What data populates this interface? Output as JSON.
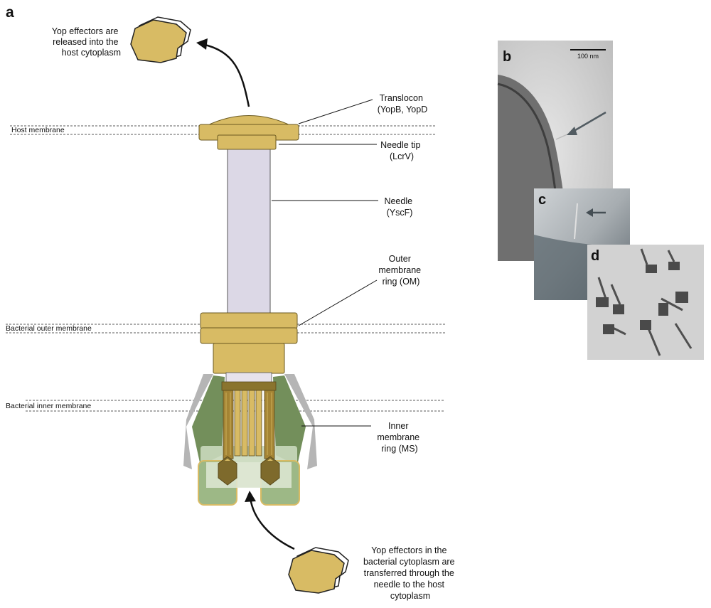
{
  "panels": {
    "a": "a",
    "b": "b",
    "c": "c",
    "d": "d"
  },
  "scale_bar": "100 nm",
  "membranes": {
    "host": "Host membrane",
    "outer": "Bacterial outer membrane",
    "inner": "Bacterial inner membrane"
  },
  "labels": {
    "top_effectors": [
      "Yop effectors are",
      "released into the",
      "host cytoplasm"
    ],
    "translocon": [
      "Translocon",
      "(YopB, YopD"
    ],
    "needle_tip": [
      "Needle tip",
      "(LcrV)"
    ],
    "needle": [
      "Needle",
      "(YscF)"
    ],
    "om_ring": [
      "Outer",
      "membrane",
      "ring (OM)"
    ],
    "ms_ring": [
      "Inner",
      "membrane",
      "ring (MS)"
    ],
    "bottom_effectors": [
      "Yop effectors in the",
      "bacterial cytoplasm are",
      "transferred through the",
      "needle to the host",
      "cytoplasm"
    ]
  },
  "colors": {
    "gold": "#d8bb64",
    "gold_dark": "#7e6a2c",
    "gold_stripe": "#a48434",
    "needle": "#dcd8e6",
    "green": "#738f5b",
    "green_light": "#a8bf8f",
    "grey": "#b5b5b5",
    "tem_background": "#d2d2d2"
  }
}
